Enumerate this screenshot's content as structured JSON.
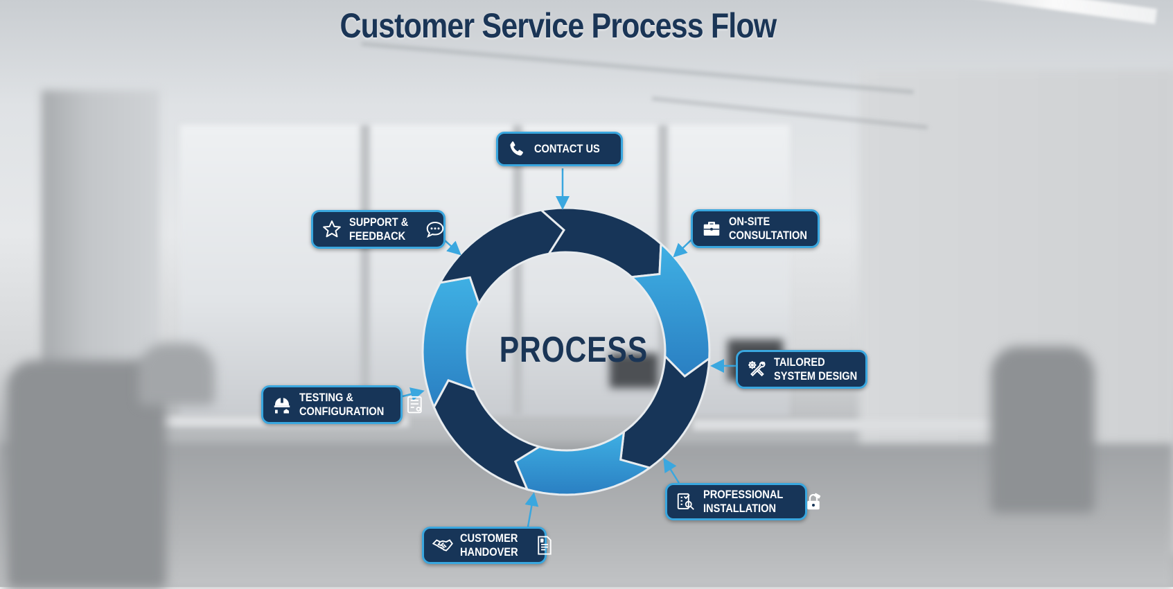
{
  "title": "Customer Service Process Flow",
  "center_label": "PROCESS",
  "colors": {
    "dark_navy": "#173558",
    "light_blue": "#3aa7df",
    "mid_blue": "#2e86c8",
    "connector": "#3aa7df"
  },
  "steps": [
    {
      "id": "contact-us",
      "line1": "CONTACT US",
      "line2": "",
      "icon_left": "phone-icon",
      "icon_right": ""
    },
    {
      "id": "on-site-consultation",
      "line1": "ON-SITE",
      "line2": "CONSULTATION",
      "icon_left": "briefcase-icon",
      "icon_right": ""
    },
    {
      "id": "tailored-system-design",
      "line1": "TAILORED",
      "line2": "SYSTEM DESIGN",
      "icon_left": "gear-wrench-icon",
      "icon_right": ""
    },
    {
      "id": "professional-installation",
      "line1": "PROFESSIONAL",
      "line2": "INSTALLATION",
      "icon_left": "clipboard-search-icon",
      "icon_right": "lock-icon"
    },
    {
      "id": "customer-handover",
      "line1": "CUSTOMER",
      "line2": "HANDOVER",
      "icon_left": "handshake-icon",
      "icon_right": "document-icon"
    },
    {
      "id": "testing-configuration",
      "line1": "TESTING &",
      "line2": "CONFIGURATION",
      "icon_left": "hardhat-icon",
      "icon_right": "checklist-icon"
    },
    {
      "id": "support-feedback",
      "line1": "SUPPORT &",
      "line2": "FEEDBACK",
      "icon_left": "star-icon",
      "icon_right": "chat-bubble-icon"
    }
  ]
}
